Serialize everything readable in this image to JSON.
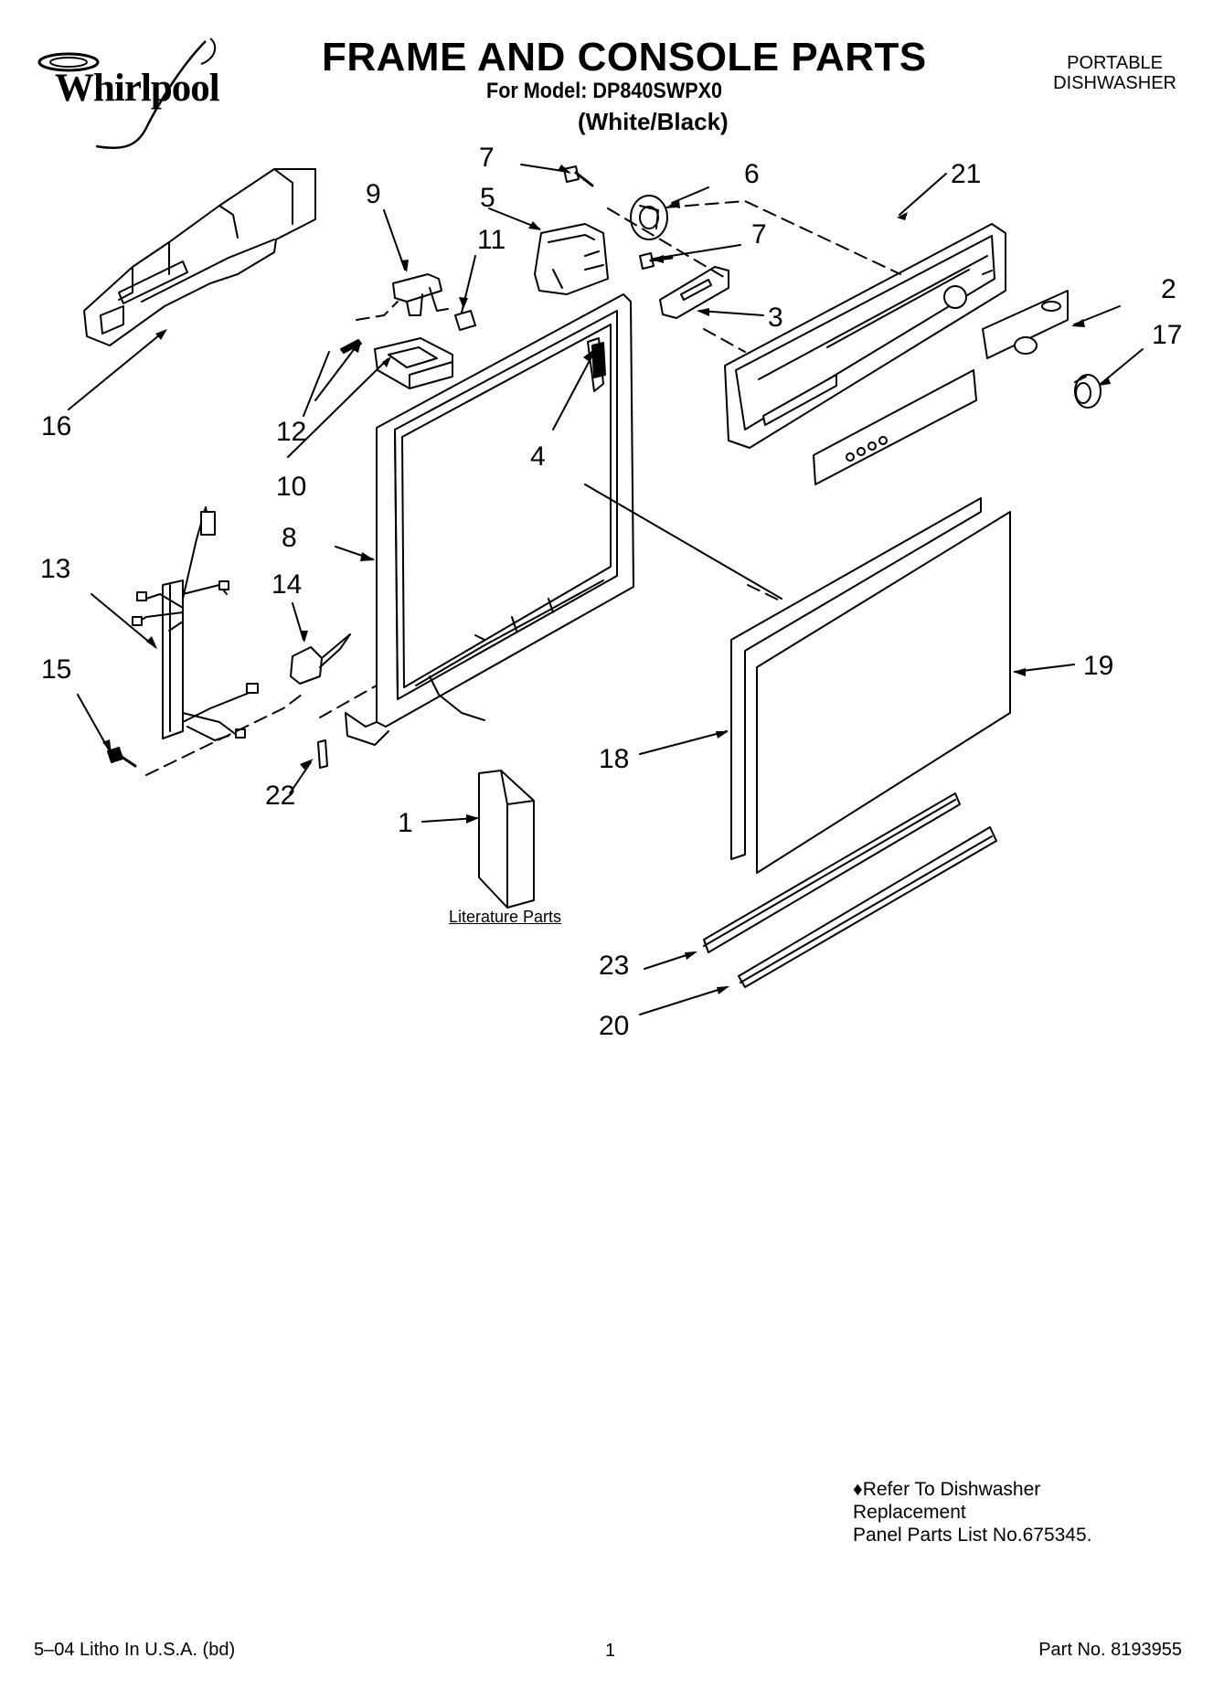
{
  "brand": "Whirlpool",
  "header": {
    "title": "FRAME AND CONSOLE PARTS",
    "model": "For Model: DP840SWPX0",
    "color": "(White/Black)",
    "product_type_line1": "PORTABLE",
    "product_type_line2": "DISHWASHER"
  },
  "callouts": {
    "c1": "1",
    "c2": "2",
    "c3": "3",
    "c4": "4",
    "c5": "5",
    "c6": "6",
    "c7a": "7",
    "c7b": "7",
    "c8": "8",
    "c9": "9",
    "c10": "10",
    "c11": "11",
    "c12": "12",
    "c13": "13",
    "c14": "14",
    "c15": "15",
    "c16": "16",
    "c17": "17",
    "c18": "18",
    "c19": "19",
    "c20": "20",
    "c21": "21",
    "c22": "22",
    "c23": "23"
  },
  "literature_label": "Literature Parts",
  "note": {
    "line1": "♦Refer To Dishwasher",
    "line2": "Replacement",
    "line3": "Panel Parts List No.675345."
  },
  "footer": {
    "left": "5–04 Litho In U.S.A. (bd)",
    "page": "1",
    "part_no": "Part No. 8193955"
  }
}
